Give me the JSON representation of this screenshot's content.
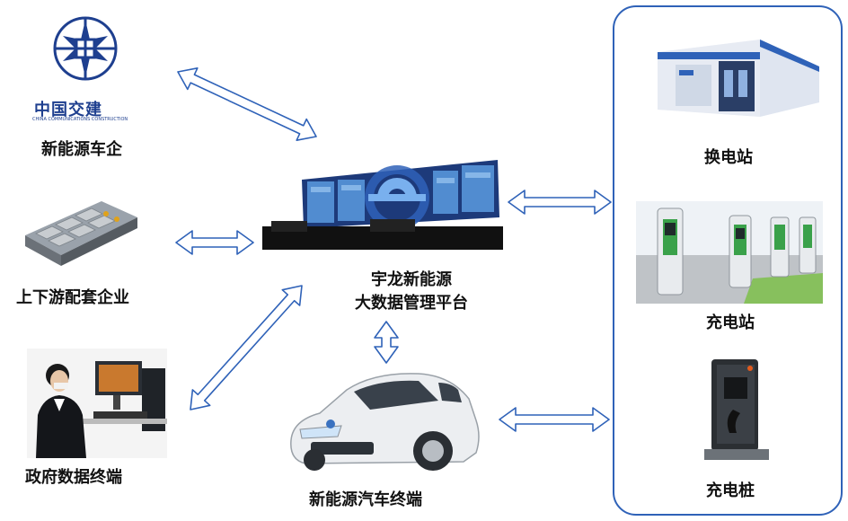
{
  "logo": {
    "name_cn": "中国交建",
    "name_en": "CHINA COMMUNICATIONS CONSTRUCTION"
  },
  "center": {
    "line1": "宇龙新能源",
    "line2": "大数据管理平台"
  },
  "left_nodes": {
    "automaker": "新能源车企",
    "supply_chain": "上下游配套企业",
    "government": "政府数据终端"
  },
  "bottom_node": "新能源汽车终端",
  "right_nodes": {
    "swap_station": "换电站",
    "charging_station": "充电站",
    "charging_pile": "充电桩"
  },
  "colors": {
    "accent": "#2f62b8",
    "arrow_fill": "#ffffff",
    "logo_blue": "#1e3f8f"
  }
}
